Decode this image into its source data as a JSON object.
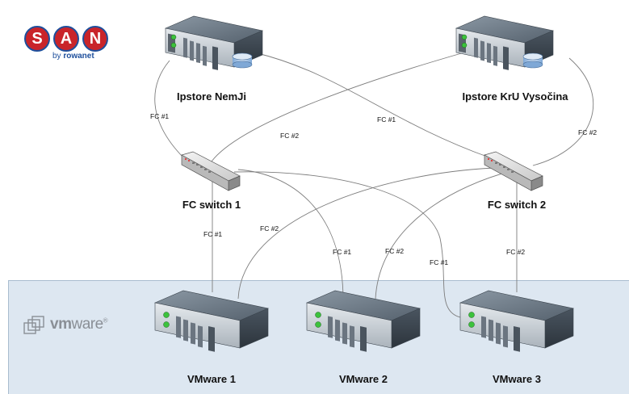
{
  "brand": {
    "san_letters": [
      "S",
      "A",
      "N"
    ],
    "san_tagline_prefix": "by ",
    "san_tagline_name": "rowanet",
    "vmware_logo_prefix": "vm",
    "vmware_logo_suffix": "ware",
    "vmware_logo_mark": "®"
  },
  "nodes": {
    "storage1": "Ipstore NemJi",
    "storage2": "Ipstore KrU Vysočina",
    "switch1": "FC switch 1",
    "switch2": "FC switch 2",
    "vm1": "VMware 1",
    "vm2": "VMware 2",
    "vm3": "VMware 3"
  },
  "links": [
    {
      "from": "storage1",
      "to": "switch1",
      "label": "FC #1"
    },
    {
      "from": "storage1",
      "to": "switch2",
      "label": "FC #1"
    },
    {
      "from": "storage2",
      "to": "switch1",
      "label": "FC #2"
    },
    {
      "from": "storage2",
      "to": "switch2",
      "label": "FC #2"
    },
    {
      "from": "switch1",
      "to": "vm1",
      "label": "FC #1"
    },
    {
      "from": "switch1",
      "to": "vm2",
      "label": "FC #1"
    },
    {
      "from": "switch1",
      "to": "vm3",
      "label": "FC #1"
    },
    {
      "from": "switch2",
      "to": "vm1",
      "label": "FC #2"
    },
    {
      "from": "switch2",
      "to": "vm2",
      "label": "FC #2"
    },
    {
      "from": "switch2",
      "to": "vm3",
      "label": "FC #2"
    }
  ],
  "colors": {
    "band": "#dde7f1",
    "server_body": "#5f6c78",
    "server_front": "#d4dadf",
    "led": "#3cc23c",
    "san_red": "#c9242a",
    "san_blue": "#1e4f9c"
  }
}
